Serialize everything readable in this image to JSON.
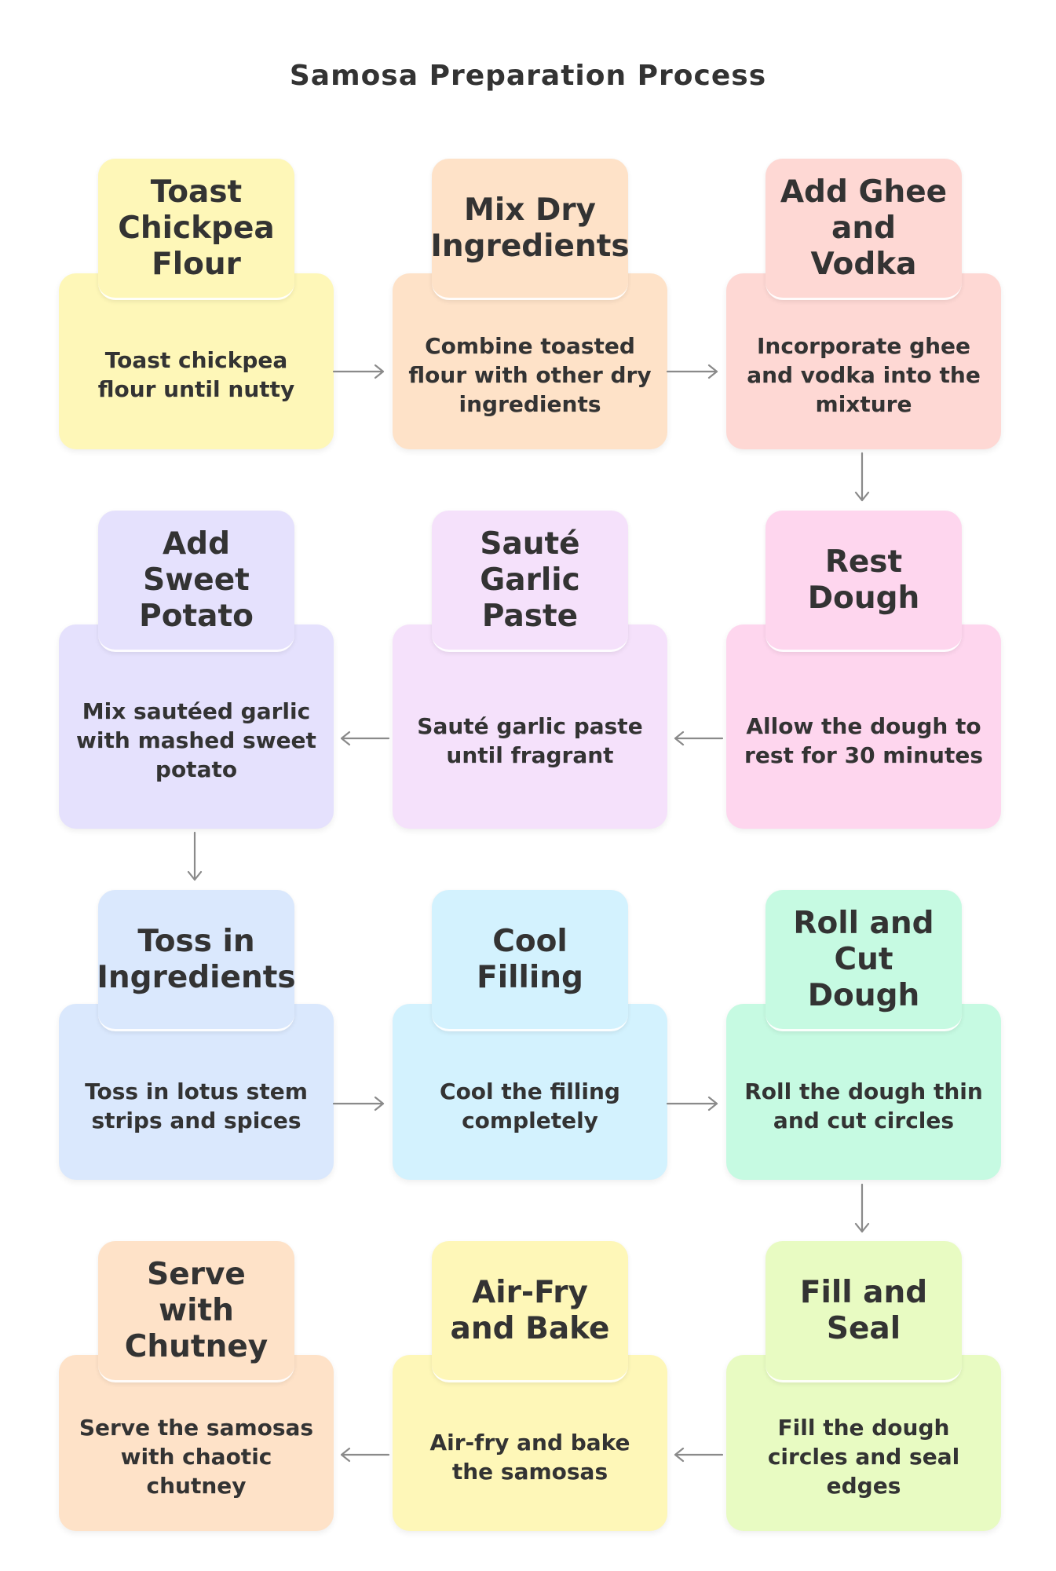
{
  "title": "Samosa Preparation Process",
  "steps": [
    {
      "title": "Toast Chickpea Flour",
      "desc": "Toast chickpea flour until nutty",
      "color": "#fef7b8"
    },
    {
      "title": "Mix Dry Ingredients",
      "desc": "Combine toasted flour with other dry ingredients",
      "color": "#fee2c8"
    },
    {
      "title": "Add Ghee and Vodka",
      "desc": "Incorporate ghee and vodka into the mixture",
      "color": "#fed8d4"
    },
    {
      "title": "Rest Dough",
      "desc": "Allow the dough to rest for 30 minutes",
      "color": "#fed6ee"
    },
    {
      "title": "Sauté Garlic Paste",
      "desc": "Sauté garlic paste until fragrant",
      "color": "#f5e1fb"
    },
    {
      "title": "Add Sweet Potato",
      "desc": "Mix sautéed garlic with mashed sweet potato",
      "color": "#e5e1fd"
    },
    {
      "title": "Toss in Ingredients",
      "desc": "Toss in lotus stem strips and spices",
      "color": "#dae8fd"
    },
    {
      "title": "Cool Filling",
      "desc": "Cool the filling completely",
      "color": "#d3f2fe"
    },
    {
      "title": "Roll and Cut Dough",
      "desc": "Roll the dough thin and cut circles",
      "color": "#c6fae2"
    },
    {
      "title": "Fill and Seal",
      "desc": "Fill the dough circles and seal edges",
      "color": "#e8fbc2"
    },
    {
      "title": "Air-Fry and Bake",
      "desc": "Air-fry and bake the samosas",
      "color": "#fef7b8"
    },
    {
      "title": "Serve with Chutney",
      "desc": "Serve the samosas with chaotic chutney",
      "color": "#fee2c8"
    }
  ]
}
